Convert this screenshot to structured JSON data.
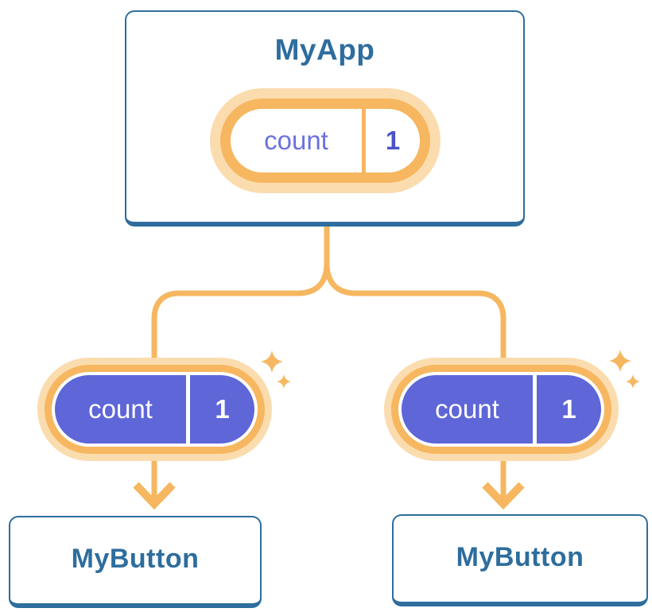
{
  "colors": {
    "blue": "#2E6D9D",
    "orange": "#F6B760",
    "orange-light": "#FBDCAE",
    "purple": "#5E66D8",
    "purple-deep": "#4B53C8",
    "lavender": "#6B72DE"
  },
  "root": {
    "title": "MyApp",
    "state": {
      "label": "count",
      "value": "1"
    }
  },
  "children": [
    {
      "title": "MyButton",
      "prop": {
        "label": "count",
        "value": "1"
      }
    },
    {
      "title": "MyButton",
      "prop": {
        "label": "count",
        "value": "1"
      }
    }
  ]
}
